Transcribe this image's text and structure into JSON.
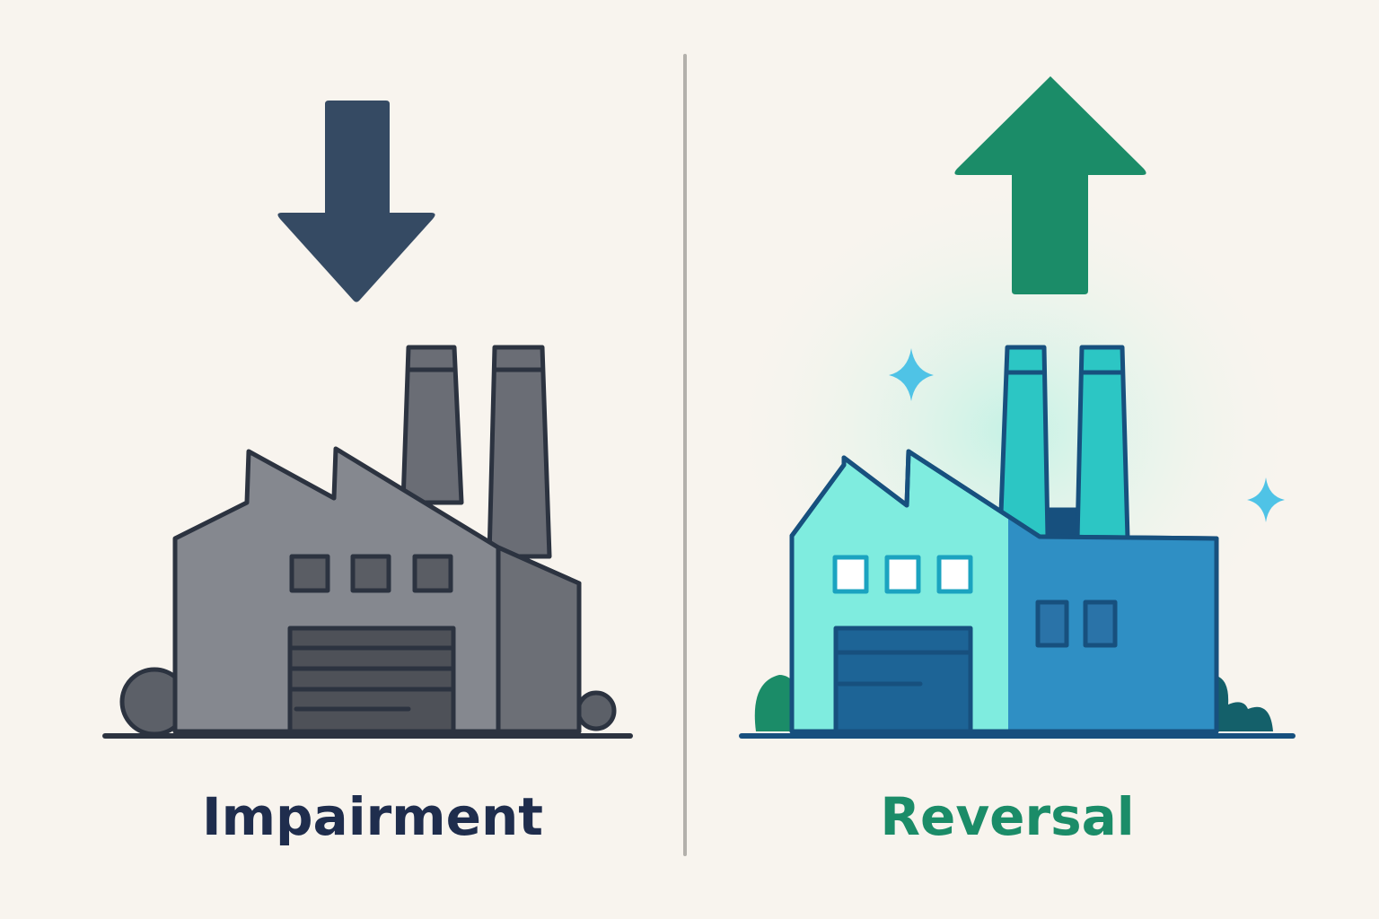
{
  "left_panel": {
    "label": "Impairment",
    "arrow_direction": "down",
    "arrow_color": "#354a63",
    "icon": "factory-icon"
  },
  "right_panel": {
    "label": "Reversal",
    "arrow_direction": "up",
    "arrow_color": "#1b8c68",
    "icon": "factory-icon"
  },
  "colors": {
    "background": "#f8f4ee",
    "left_text": "#1f2d4d",
    "right_text": "#1b8c68"
  }
}
